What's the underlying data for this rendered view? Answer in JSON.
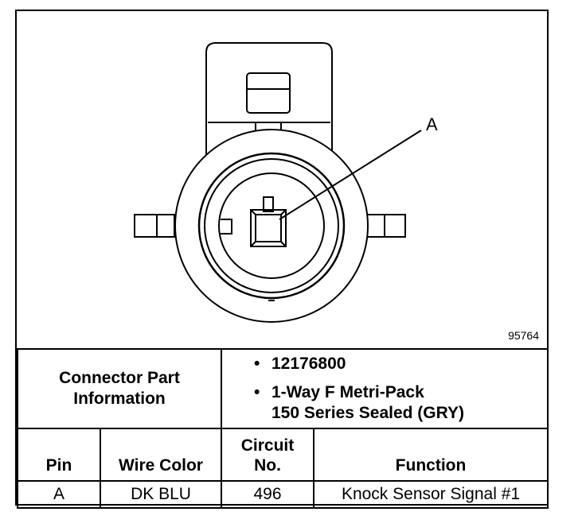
{
  "diagram": {
    "callout": "A",
    "drawing_number": "95764"
  },
  "connector": {
    "label_line1": "Connector Part",
    "label_line2": "Information",
    "bullets": [
      {
        "symbol": "•",
        "text": "12176800"
      },
      {
        "symbol": "•",
        "text_line1": "1-Way F Metri-Pack",
        "text_line2": "150 Series Sealed (GRY)"
      }
    ]
  },
  "table": {
    "headers": {
      "pin": "Pin",
      "wire_color": "Wire Color",
      "circuit_line1": "Circuit",
      "circuit_line2": "No.",
      "function": "Function"
    },
    "rows": [
      {
        "pin": "A",
        "wire_color": "DK BLU",
        "circuit": "496",
        "function": "Knock Sensor Signal #1"
      }
    ]
  }
}
